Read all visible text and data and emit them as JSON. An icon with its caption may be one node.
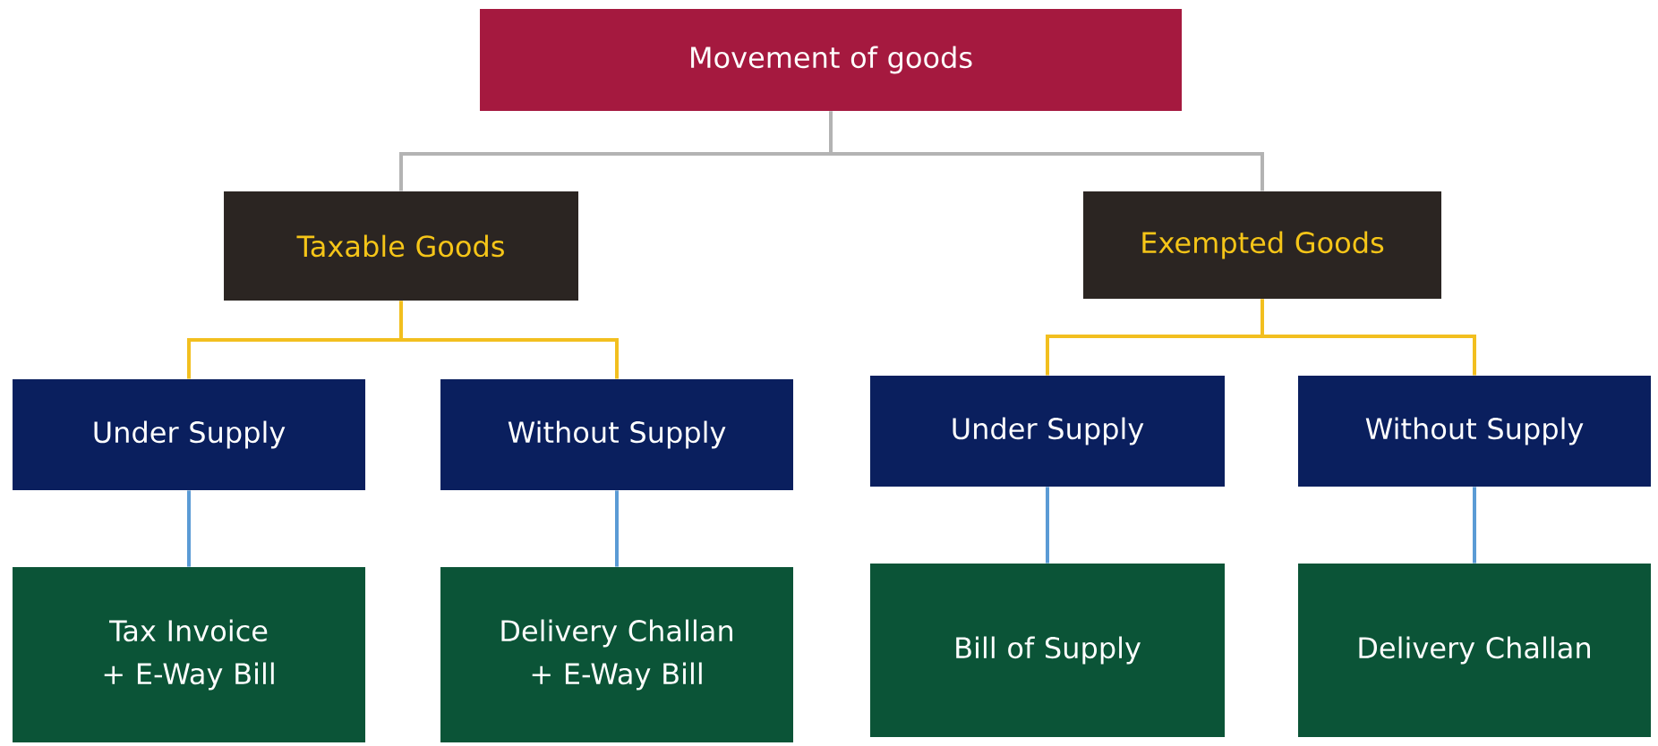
{
  "diagram": {
    "nodes": [
      {
        "text": [
          "Movement of goods"
        ]
      },
      {
        "text": [
          "Taxable Goods"
        ]
      },
      {
        "text": [
          "Exempted Goods"
        ]
      },
      {
        "text": [
          "Under Supply"
        ]
      },
      {
        "text": [
          "Without Supply"
        ]
      },
      {
        "text": [
          "Under Supply"
        ]
      },
      {
        "text": [
          "Without Supply"
        ]
      },
      {
        "text": [
          "Tax Invoice + E-Way Bill"
        ]
      },
      {
        "text": [
          "Delivery Challan + E-Way Bill"
        ]
      },
      {
        "text": [
          "Bill of Supply"
        ]
      },
      {
        "text": [
          "Delivery Challan"
        ]
      }
    ],
    "edges": [
      {
        "from": 0,
        "to": 1,
        "arrow": "none",
        "color": "#b3b3b3"
      },
      {
        "from": 0,
        "to": 2,
        "arrow": "none",
        "color": "#b3b3b3"
      },
      {
        "from": 1,
        "to": 3,
        "arrow": "none",
        "color": "#f2bf1f"
      },
      {
        "from": 1,
        "to": 4,
        "arrow": "none",
        "color": "#f2bf1f"
      },
      {
        "from": 2,
        "to": 5,
        "arrow": "none",
        "color": "#f2bf1f"
      },
      {
        "from": 2,
        "to": 6,
        "arrow": "none",
        "color": "#f2bf1f"
      },
      {
        "from": 3,
        "to": 7,
        "arrow": "none",
        "color": "#5b9bd5"
      },
      {
        "from": 4,
        "to": 8,
        "arrow": "none",
        "color": "#5b9bd5"
      },
      {
        "from": 5,
        "to": 9,
        "arrow": "none",
        "color": "#5b9bd5"
      },
      {
        "from": 6,
        "to": 10,
        "arrow": "none",
        "color": "#5b9bd5"
      }
    ]
  }
}
